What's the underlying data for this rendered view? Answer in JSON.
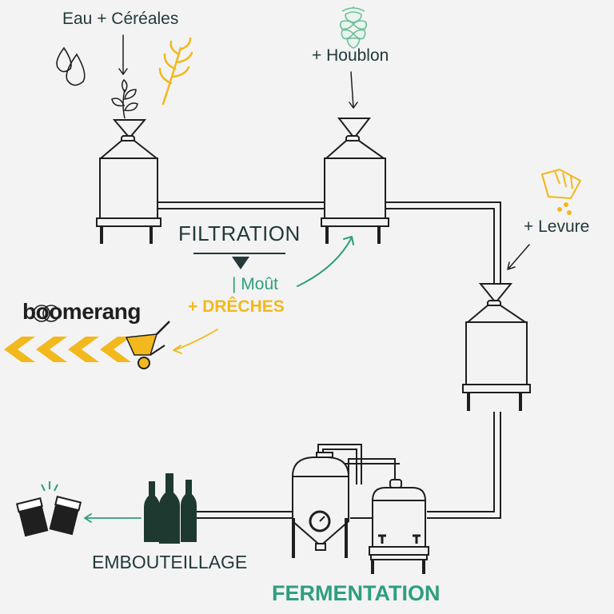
{
  "labels": {
    "eau_cereales": "Eau + Céréales",
    "houblon": "+ Houblon",
    "levure": "+ Levure",
    "filtration": "FILTRATION",
    "mout": "| Moût",
    "dreches": "+ DRÊCHES",
    "embouteillage": "EMBOUTEILLAGE",
    "fermentation": "FERMENTATION"
  },
  "logo": {
    "text": "boomerang"
  },
  "colors": {
    "background": "#f3f3f3",
    "ink": "#1f1f1f",
    "dark_text": "#23393a",
    "green": "#2f9e7e",
    "yellow": "#f2b81d",
    "bottle": "#1e3a30"
  },
  "icons": [
    "water-drops-icon",
    "wheat-icon",
    "hop-icon",
    "yeast-sachet-icon",
    "wheelbarrow-icon",
    "bottles-icon",
    "cheers-glasses-icon"
  ]
}
